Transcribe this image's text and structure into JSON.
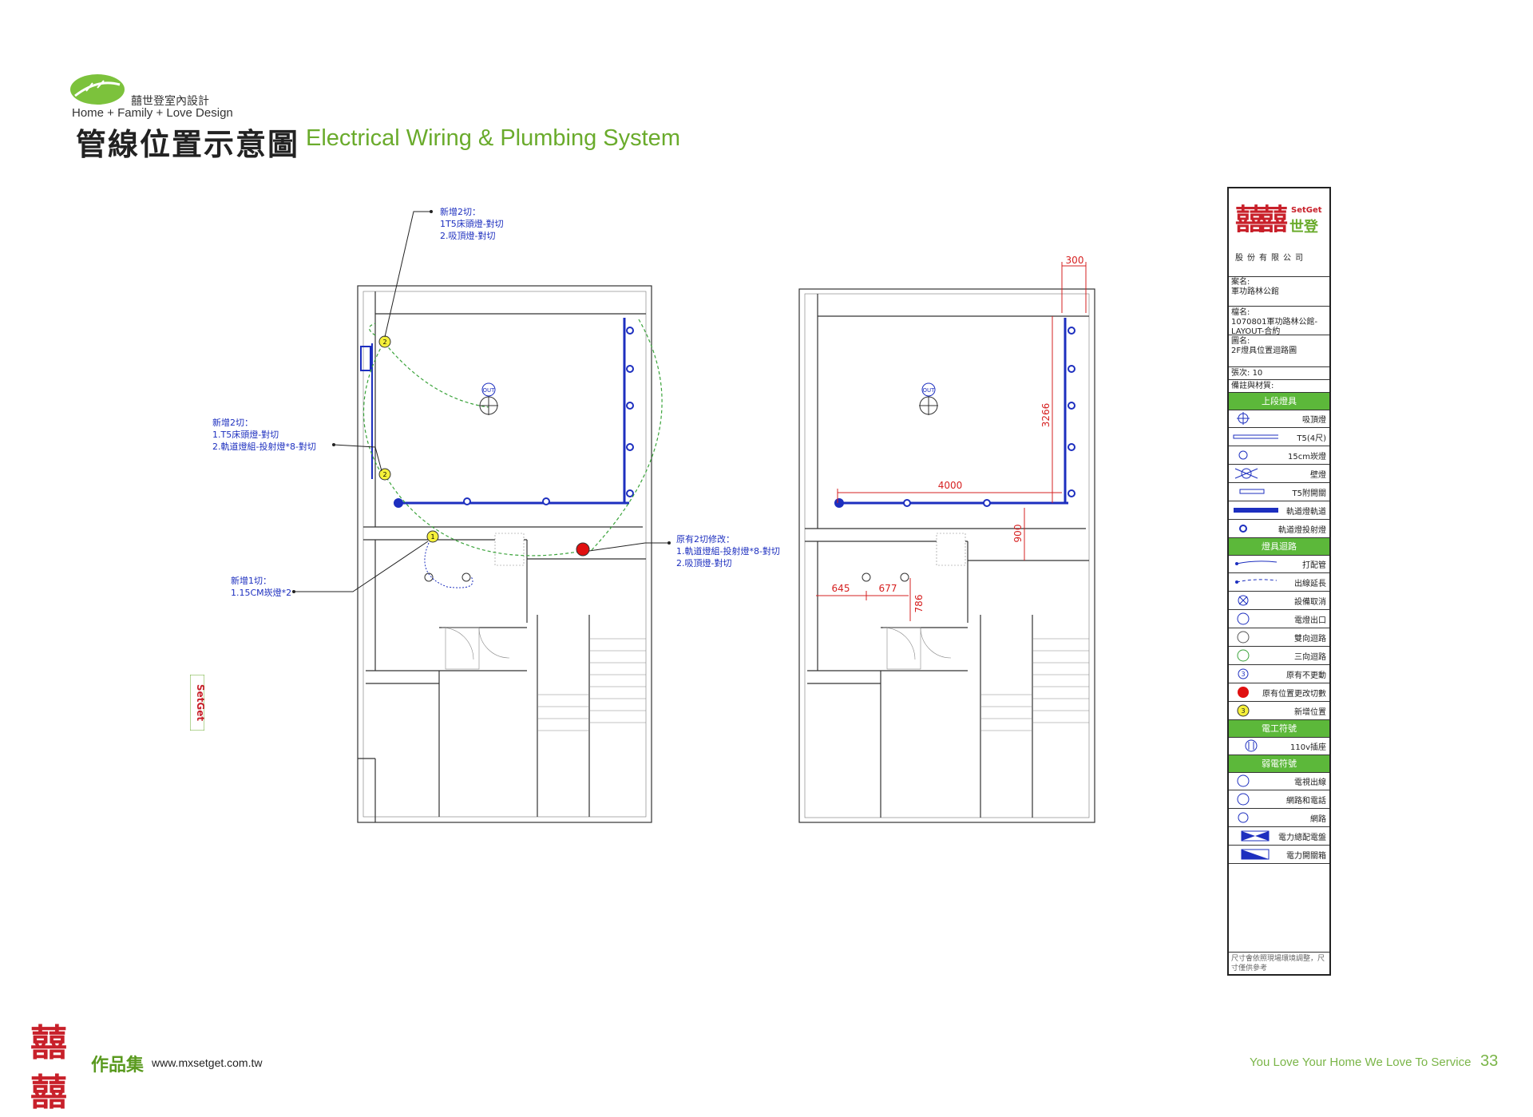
{
  "header": {
    "brand_name": "囍世登室內設計",
    "brand_tagline": "Home + Family + Love Design",
    "title_zh": "管線位置示意圖",
    "title_en": "Electrical Wiring & Plumbing System"
  },
  "plan_left": {
    "notes": {
      "top": [
        "新增2切：",
        "1T5床頭燈-對切",
        "2.吸頂燈-對切"
      ],
      "mid": [
        "新增2切：",
        "1.T5床頭燈-對切",
        "2.軌道燈組-投射燈*8-對切"
      ],
      "bottom": [
        "新增1切：",
        "1.15CM崁燈*2"
      ],
      "right": [
        "原有2切修改：",
        "1.軌道燈組-投射燈*8-對切",
        "2.吸頂燈-對切"
      ]
    },
    "badges": [
      "2",
      "2",
      "1"
    ],
    "out_label": "OUT"
  },
  "plan_right": {
    "dimensions": [
      "300",
      "3266",
      "4000",
      "900",
      "645",
      "677",
      "786"
    ],
    "out_label": "OUT"
  },
  "side_mark": "SetGet",
  "title_block": {
    "logo_main": "囍",
    "logo_brand": "SetGet",
    "logo_brand_zh": "世登",
    "company": "股份有限公司",
    "project_label": "案名:",
    "project_value": "軍功路林公館",
    "file_label": "檔名:",
    "file_value": "1070801軍功路林公館-LAYOUT-合約",
    "drawing_label": "圖名:",
    "drawing_value": "2F燈具位置迴路圖",
    "sheet_label": "張次:",
    "sheet_value": "10",
    "remarks_label": "備註與材質:",
    "sections": {
      "upper_fixtures": "上段燈具",
      "fixture_circuit": "燈具迴路",
      "electrical_symbols": "電工符號",
      "low_voltage_symbols": "弱電符號"
    },
    "legend_upper": [
      "吸頂燈",
      "T5(4尺)",
      "15cm崁燈",
      "壁燈",
      "T5附開關",
      "軌道燈軌道",
      "軌道燈投射燈"
    ],
    "legend_circuit": [
      "打配管",
      "出線延長",
      "設備取消",
      "電燈出口",
      "雙向迴路",
      "三向迴路",
      "原有不更動",
      "原有位置更改切數",
      "新增位置"
    ],
    "legend_electrical": [
      "110v插座"
    ],
    "legend_low_voltage": [
      "電視出線",
      "網路和電話",
      "網路",
      "電力總配電盤",
      "電力開關箱"
    ],
    "legend_badge_value": "3",
    "footer_note": "尺寸會依照現場環境調整，尺寸僅供參考"
  },
  "footer": {
    "works": "作品集",
    "url": "www.mxsetget.com.tw",
    "slogan": "You Love Your Home We Love To Service",
    "page_number": "33"
  },
  "colors": {
    "accent_green": "#6aab2c",
    "wiring_blue": "#1d2fbf",
    "circuit_green": "#3aa33a",
    "dimension_red": "#d62020",
    "badge_yellow": "#f5f03a",
    "modified_red": "#e01010",
    "logo_red": "#c8202a"
  }
}
